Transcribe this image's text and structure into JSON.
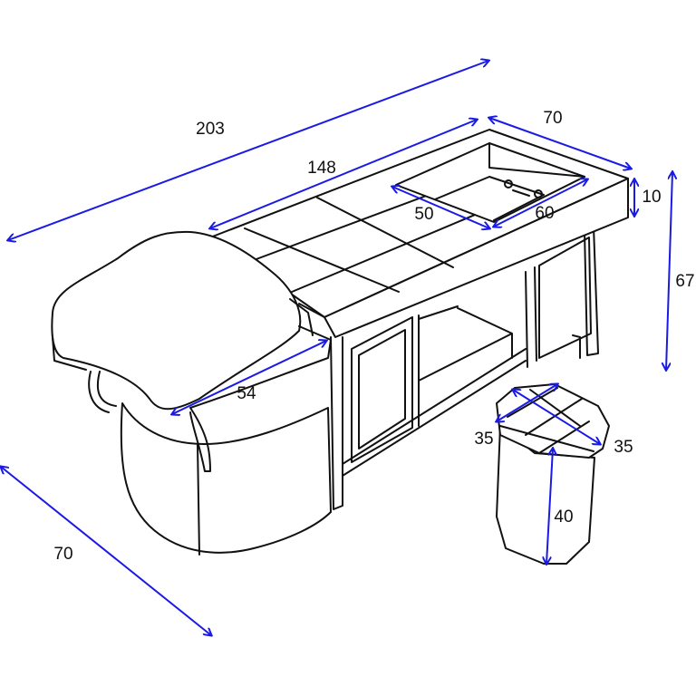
{
  "colors": {
    "dimension_arrow": "#1a1ae6",
    "outline": "#111111"
  },
  "dimensions": {
    "total_length": "203",
    "top_length": "148",
    "width": "70",
    "top_thickness": "10",
    "height": "67",
    "basin_length": "50",
    "basin_width": "60",
    "headrest_width": "54",
    "base_depth": "70",
    "stool_depth": "35",
    "stool_width": "35",
    "stool_height": "40"
  }
}
